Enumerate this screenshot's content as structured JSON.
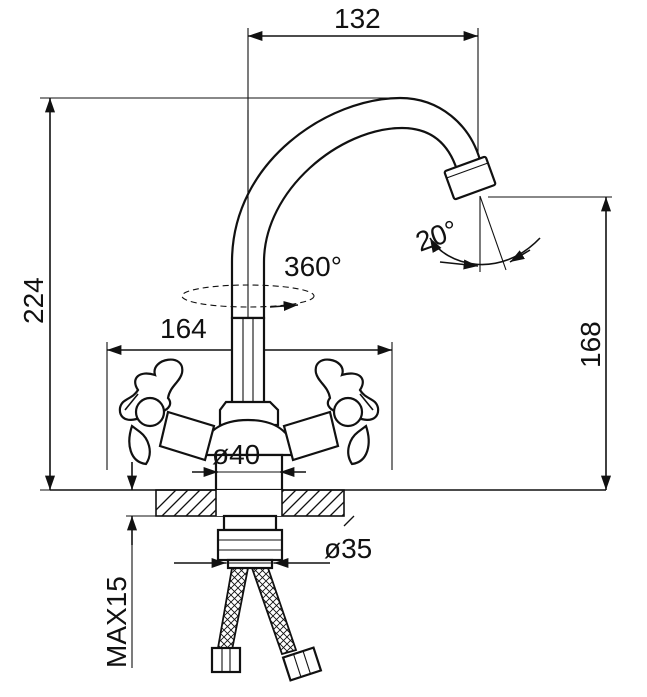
{
  "dimensions": {
    "spout_reach": "132",
    "overall_height": "224",
    "spout_height": "168",
    "handle_span": "164",
    "swivel_angle": "360°",
    "aerator_tilt": "20°",
    "base_diameter": "ø40",
    "mount_hole_diameter": "ø35",
    "max_deck_thickness": "MAX15"
  }
}
